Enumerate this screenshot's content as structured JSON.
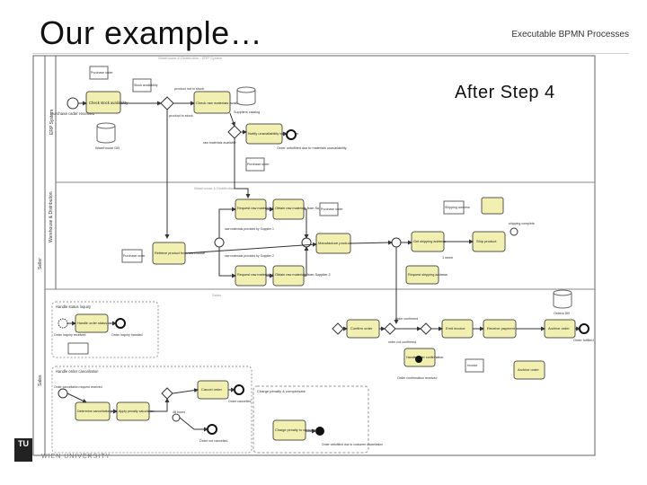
{
  "slide": {
    "title": "Our example…",
    "subtitle": "Executable BPMN Processes",
    "step_label": "After Step 4",
    "logo_text": "TU"
  },
  "colors": {
    "task_fill": "#f2f0b0",
    "task_stroke": "#555555",
    "pool_stroke": "#666666",
    "lane_fill": "#ffffff",
    "group_stroke": "#999999"
  },
  "diagram": {
    "lanes": {
      "pool_outer": "Seller",
      "pool_warehouse": "Warehouse & Distribution",
      "lane_erp": "ERP System",
      "lane_sales": "Sales"
    },
    "lane_headers": {
      "erp": "Warehouse & Distribution - ERP System",
      "warehouse": "Warehouse & Distribution",
      "sales": "Sales"
    },
    "tasks": {
      "check_stock": "Check stock availability",
      "check_raw": "Check raw materials availability",
      "notify_unavail": "Notify unavailability to customer",
      "request_raw_1": "Request raw materials from Supplier 1",
      "obtain_raw_1": "Obtain raw materials from Supplier 1",
      "request_raw_2": "Request raw materials from Supplier 2",
      "obtain_raw_2": "Obtain raw materials from Supplier 2",
      "retrieve_product": "Retrieve product from warehouse",
      "manufacture": "Manufacture product",
      "get_shipping": "Get shipping address",
      "ship_product": "Ship product",
      "request_shipping": "Request shipping address",
      "confirm_order": "Confirm order",
      "emit_invoice": "Emit invoice",
      "receive_payment": "Receive payment",
      "archive_order": "Archive order",
      "handle_confirmation": "Handle order confirmation",
      "archive_order2": "Archive order",
      "handle_status": "Handle order status",
      "determine_cancel": "Determine cancellation penalty",
      "apply_penalty": "Apply penalty calculation",
      "cancel_order": "Cancel order",
      "charge_penalty": "Charge penalty to customer"
    },
    "events": {
      "po_received": "Purchase order received",
      "order_fulfilled": "Order fulfilled",
      "order_unavail": "Order unfulfilled due to materials unavailability",
      "inquiry_received": "Order inquiry received",
      "inquiry_handled": "Order inquiry handled",
      "cancel_received": "Order cancellation request received",
      "order_cancelled": "Order cancelled",
      "cancel_not_handled": "Order not cancelled",
      "order_unfulfilled_cancel": "Order unfulfilled due to customer cancellation",
      "confirmation_received": "Order confirmation received"
    },
    "data_objects": {
      "purchase_order": "Purchase order",
      "stock_availability": "Stock availability",
      "warehouse_db": "Warehouse DB",
      "suppliers_catalog": "Suppliers catalog",
      "shipping_address": "Shipping address",
      "invoice": "Invoice",
      "orders_db": "Orders DB"
    },
    "gateway_labels": {
      "product_not_in_stock": "product not in stock",
      "product_in_stock": "product in stock",
      "raw_avail": "raw materials available",
      "raw_unavail": "raw materials not available",
      "raw_supplier_1": "raw materials provided by Supplier 1",
      "raw_supplier_2": "raw materials provided by Supplier 2",
      "week": "1 week",
      "shipping_complete": "shipping complete",
      "order_confirmed": "order confirmed",
      "order_not_confirmed": "order not confirmed",
      "hours_48": "48 hours"
    },
    "subprocesses": {
      "status_inquiry": "Handle status inquiry",
      "order_cancellation": "Handle order cancellation",
      "charge_penalty_group": "Charge penalty & compensate"
    }
  },
  "footer": {
    "text": "WIEN UNIVERSITY"
  }
}
